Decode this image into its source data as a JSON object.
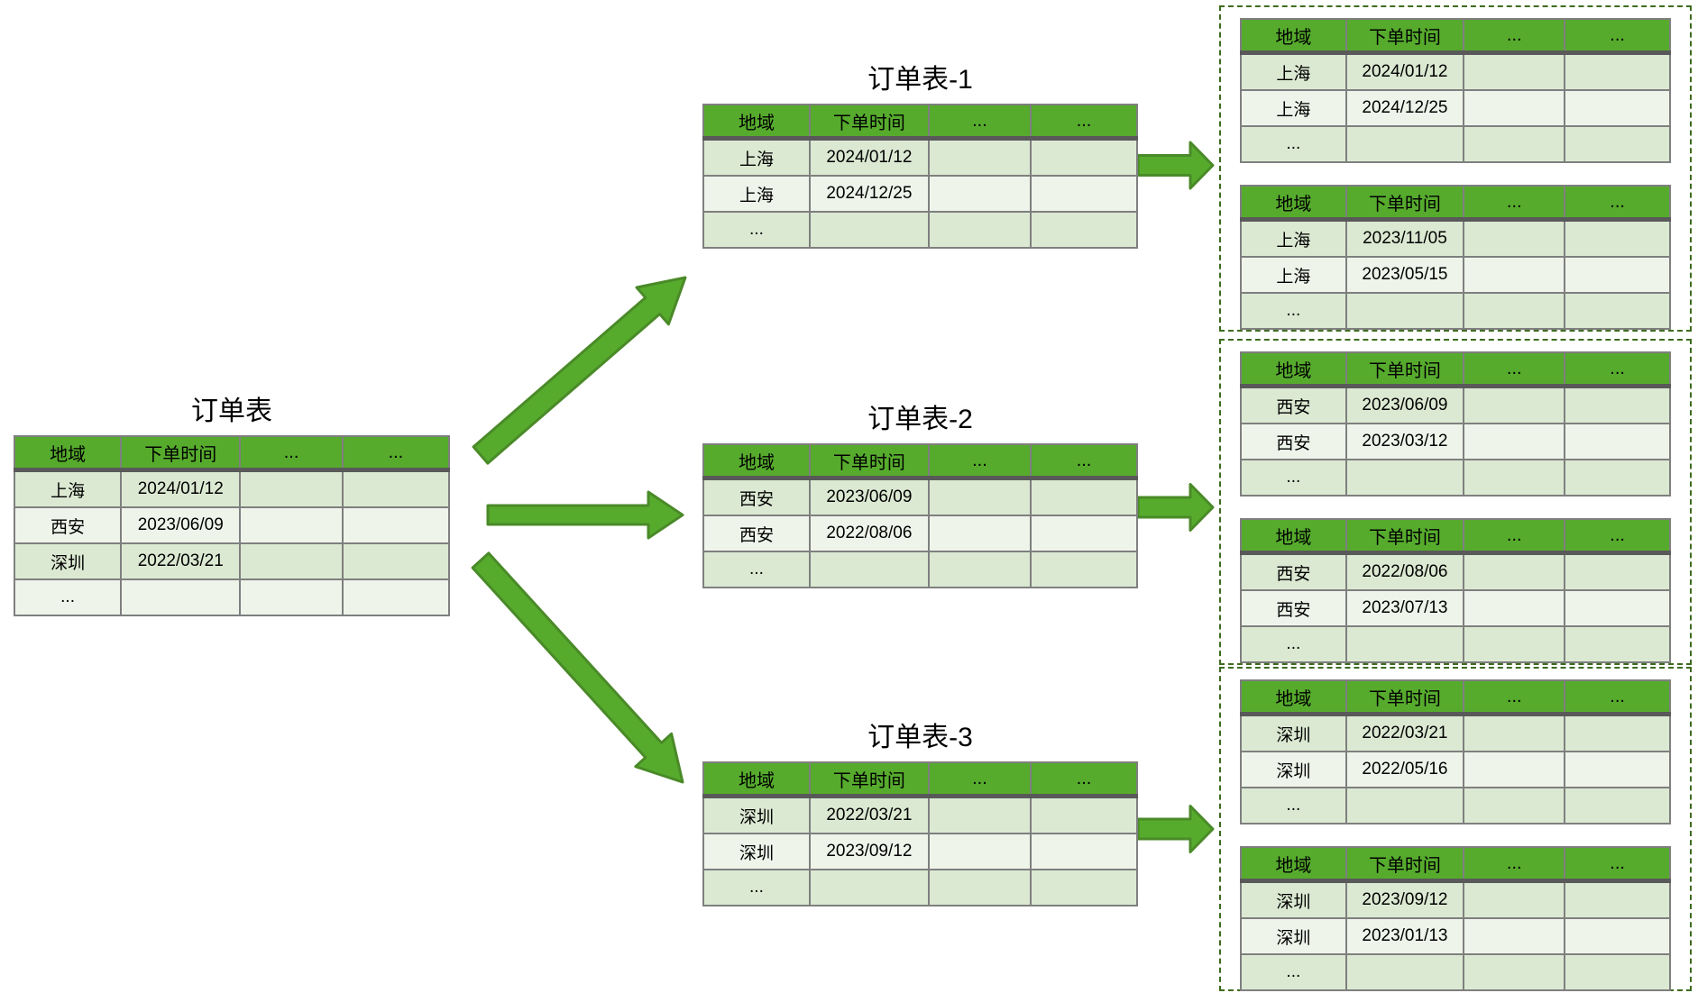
{
  "colors": {
    "header_green": "#56ab2d",
    "row_odd": "#dbe9d2",
    "row_even": "#eef4ea",
    "grid_line": "#7f7f7f",
    "header_separator": "#595959",
    "arrow_fill": "#56ab2d",
    "arrow_stroke": "#4a8a28",
    "dashed_box_border": "#3d6b1f"
  },
  "columns": [
    "地域",
    "下单时间",
    "...",
    "..."
  ],
  "source_table": {
    "title": "订单表",
    "rows": [
      [
        "上海",
        "2024/01/12",
        "",
        ""
      ],
      [
        "西安",
        "2023/06/09",
        "",
        ""
      ],
      [
        "深圳",
        "2022/03/21",
        "",
        ""
      ],
      [
        "...",
        "",
        "",
        ""
      ]
    ]
  },
  "shard_tables": [
    {
      "title": "订单表-1",
      "rows": [
        [
          "上海",
          "2024/01/12",
          "",
          ""
        ],
        [
          "上海",
          "2024/12/25",
          "",
          ""
        ],
        [
          "...",
          "",
          "",
          ""
        ]
      ]
    },
    {
      "title": "订单表-2",
      "rows": [
        [
          "西安",
          "2023/06/09",
          "",
          ""
        ],
        [
          "西安",
          "2022/08/06",
          "",
          ""
        ],
        [
          "...",
          "",
          "",
          ""
        ]
      ]
    },
    {
      "title": "订单表-3",
      "rows": [
        [
          "深圳",
          "2022/03/21",
          "",
          ""
        ],
        [
          "深圳",
          "2023/09/12",
          "",
          ""
        ],
        [
          "...",
          "",
          "",
          ""
        ]
      ]
    }
  ],
  "time_shard_groups": [
    {
      "tables": [
        {
          "rows": [
            [
              "上海",
              "2024/01/12",
              "",
              ""
            ],
            [
              "上海",
              "2024/12/25",
              "",
              ""
            ],
            [
              "...",
              "",
              "",
              ""
            ]
          ]
        },
        {
          "rows": [
            [
              "上海",
              "2023/11/05",
              "",
              ""
            ],
            [
              "上海",
              "2023/05/15",
              "",
              ""
            ],
            [
              "...",
              "",
              "",
              ""
            ]
          ]
        }
      ]
    },
    {
      "tables": [
        {
          "rows": [
            [
              "西安",
              "2023/06/09",
              "",
              ""
            ],
            [
              "西安",
              "2023/03/12",
              "",
              ""
            ],
            [
              "...",
              "",
              "",
              ""
            ]
          ]
        },
        {
          "rows": [
            [
              "西安",
              "2022/08/06",
              "",
              ""
            ],
            [
              "西安",
              "2023/07/13",
              "",
              ""
            ],
            [
              "...",
              "",
              "",
              ""
            ]
          ]
        }
      ]
    },
    {
      "tables": [
        {
          "rows": [
            [
              "深圳",
              "2022/03/21",
              "",
              ""
            ],
            [
              "深圳",
              "2022/05/16",
              "",
              ""
            ],
            [
              "...",
              "",
              "",
              ""
            ]
          ]
        },
        {
          "rows": [
            [
              "深圳",
              "2023/09/12",
              "",
              ""
            ],
            [
              "深圳",
              "2023/01/13",
              "",
              ""
            ],
            [
              "...",
              "",
              "",
              ""
            ]
          ]
        }
      ]
    }
  ]
}
